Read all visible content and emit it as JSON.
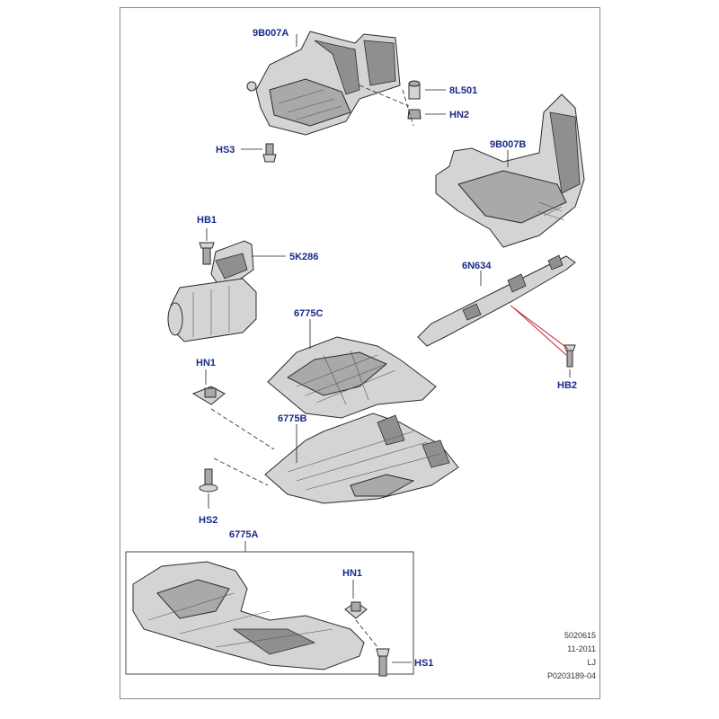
{
  "callouts": {
    "9B007A": "9B007A",
    "8L501": "8L501",
    "HN2": "HN2",
    "HS3": "HS3",
    "9B007B": "9B007B",
    "HB1": "HB1",
    "5K286": "5K286",
    "6N634": "6N634",
    "6775C": "6775C",
    "HB2": "HB2",
    "HN1_upper": "HN1",
    "6775B": "6775B",
    "HS2": "HS2",
    "6775A": "6775A",
    "HN1_lower": "HN1",
    "HS1": "HS1"
  },
  "footer": {
    "code": "5020615",
    "date": "11-2011",
    "initials": "LJ",
    "ref": "P0203189-04"
  },
  "colors": {
    "callout": "#1a2a8a",
    "leader_red": "#c0242a",
    "frame": "#8a8a8a"
  }
}
